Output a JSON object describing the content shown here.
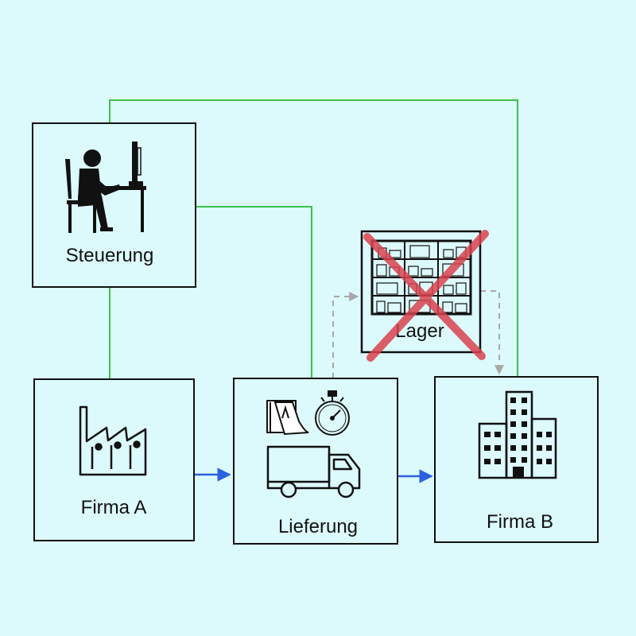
{
  "nodes": {
    "steuerung": {
      "label": "Steuerung",
      "icon": "person-at-computer-icon"
    },
    "firma_a": {
      "label": "Firma A",
      "icon": "factory-icon"
    },
    "lieferung": {
      "label": "Lieferung",
      "icons": [
        "calendar-icon",
        "stopwatch-icon",
        "truck-icon"
      ]
    },
    "firma_b": {
      "label": "Firma B",
      "icon": "office-building-icon"
    },
    "lager": {
      "label": "Lager",
      "icon": "warehouse-shelves-icon",
      "crossed_out": true
    }
  },
  "colors": {
    "background": "#dcf9fc",
    "control_line": "#3cc24a",
    "flow_arrow": "#2a62e0",
    "storage_arrow": "#a8a8a8",
    "cross": "#d9434f"
  }
}
